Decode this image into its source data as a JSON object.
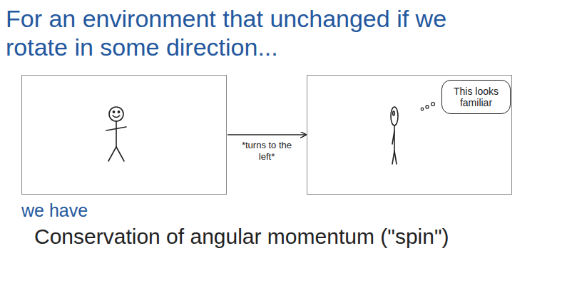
{
  "diagram": {
    "title": "For an environment that unchanged if we rotate in some direction...",
    "nodes": [
      {
        "text": []
      },
      {
        "text": []
      },
      {
        "text": [
          "This looks familiar"
        ],
        "in": 1
      }
    ],
    "edges": [
      {
        "from": 0,
        "to": 1,
        "label": "*turns to the left*",
        "arrow": "to"
      }
    ],
    "labels": [
      "we have",
      "Conservation of angular momentum (\"spin\")"
    ]
  }
}
